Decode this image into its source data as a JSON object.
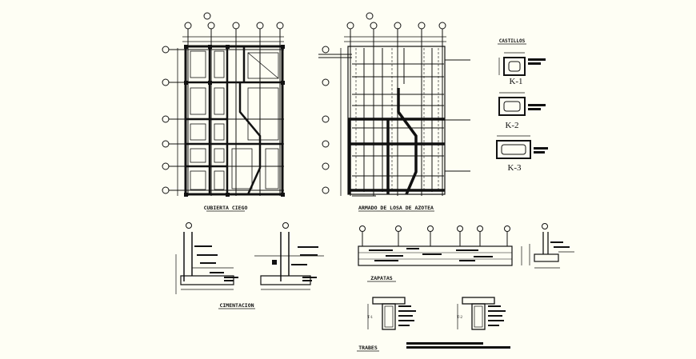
{
  "drawing": {
    "plan1_title": "CUBIERTA CIEGO",
    "plan2_title": "ARMADO DE LOSA DE AZOTEA",
    "foundation_title": "CIMENTACION",
    "footings_title": "ZAPATAS",
    "castillos_title": "CASTILLOS",
    "trabes_title": "TRABES",
    "castillos": [
      {
        "label": "K-1"
      },
      {
        "label": "K-2"
      },
      {
        "label": "K-3"
      }
    ],
    "trabes": [
      {
        "label": "T-1"
      },
      {
        "label": "T-2"
      }
    ]
  },
  "colors": {
    "background": "#fefef4",
    "ink": "#111111"
  }
}
